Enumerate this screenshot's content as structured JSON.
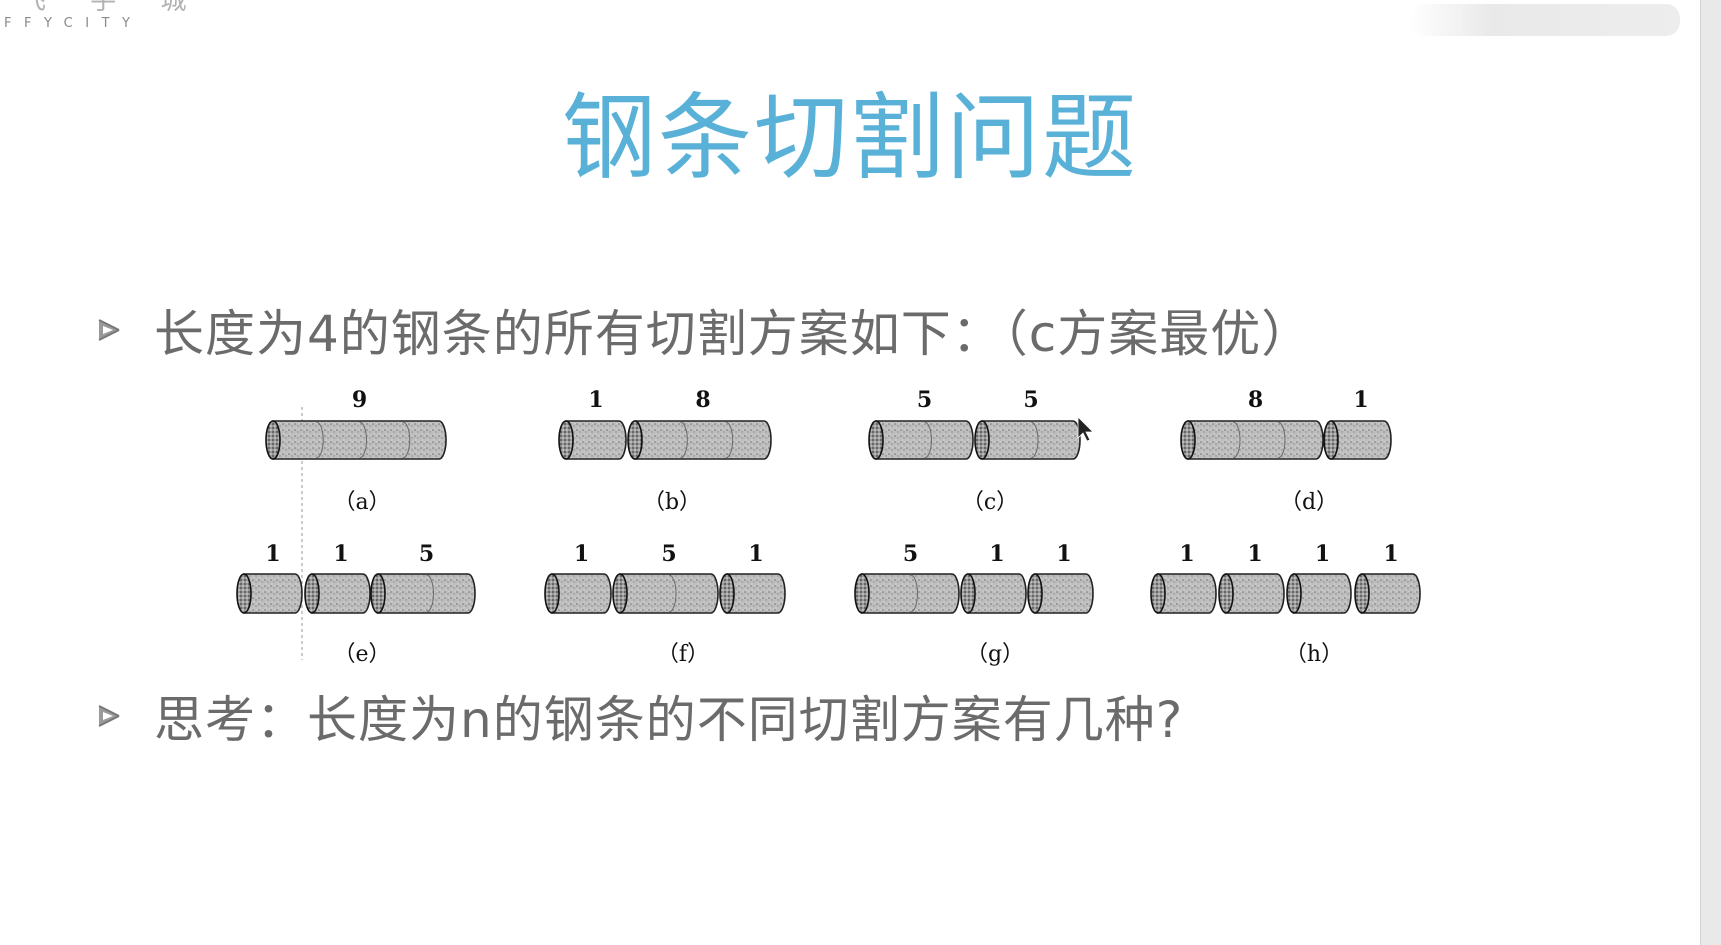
{
  "logo": {
    "cn": "飞 手 城",
    "en": "FFYCITY"
  },
  "slide": {
    "title": "钢条切割问题",
    "bullets": [
      "长度为4的钢条的所有切割方案如下：（c方案最优）",
      "思考：长度为n的钢条的不同切割方案有几种?"
    ]
  },
  "figure": {
    "schemes": [
      {
        "label": "（a）",
        "prices": [
          "9"
        ]
      },
      {
        "label": "（b）",
        "prices": [
          "1",
          "8"
        ]
      },
      {
        "label": "（c）",
        "prices": [
          "5",
          "5"
        ]
      },
      {
        "label": "（d）",
        "prices": [
          "8",
          "1"
        ]
      },
      {
        "label": "（e）",
        "prices": [
          "1",
          "1",
          "5"
        ]
      },
      {
        "label": "（f）",
        "prices": [
          "1",
          "5",
          "1"
        ]
      },
      {
        "label": "（g）",
        "prices": [
          "5",
          "1",
          "1"
        ]
      },
      {
        "label": "（h）",
        "prices": [
          "1",
          "1",
          "1",
          "1"
        ]
      }
    ]
  },
  "colors": {
    "title": "#5ab1d8",
    "text": "#6b6b6b",
    "bullet": "#8a8a8a"
  },
  "icons": {
    "bullet": "triangle-bullet-icon",
    "cursor": "mouse-pointer-icon"
  }
}
